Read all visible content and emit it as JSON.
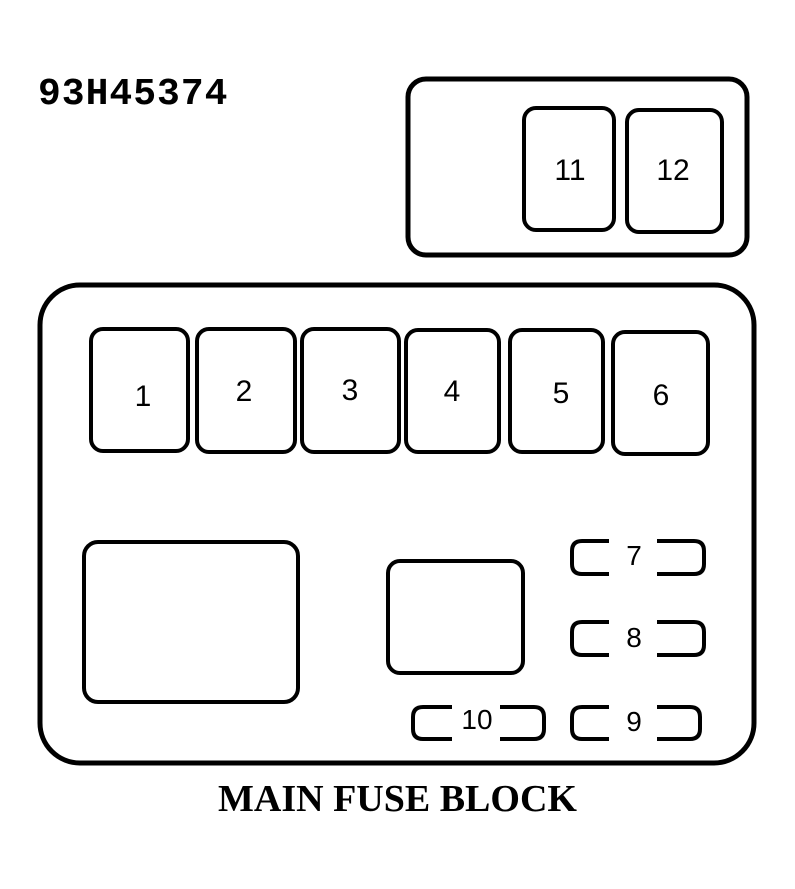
{
  "diagram": {
    "reference_code": "93H45374",
    "caption": "MAIN FUSE BLOCK",
    "upper_block": {
      "fuses": [
        {
          "label": "11"
        },
        {
          "label": "12"
        }
      ]
    },
    "main_block": {
      "large_fuses": [
        {
          "label": "1"
        },
        {
          "label": "2"
        },
        {
          "label": "3"
        },
        {
          "label": "4"
        },
        {
          "label": "5"
        },
        {
          "label": "6"
        }
      ],
      "mini_fuses": [
        {
          "label": "7"
        },
        {
          "label": "8"
        },
        {
          "label": "9"
        },
        {
          "label": "10"
        }
      ],
      "relay_large": {
        "label": ""
      },
      "relay_small": {
        "label": ""
      }
    },
    "colors": {
      "line": "#000000",
      "background": "#ffffff"
    }
  }
}
